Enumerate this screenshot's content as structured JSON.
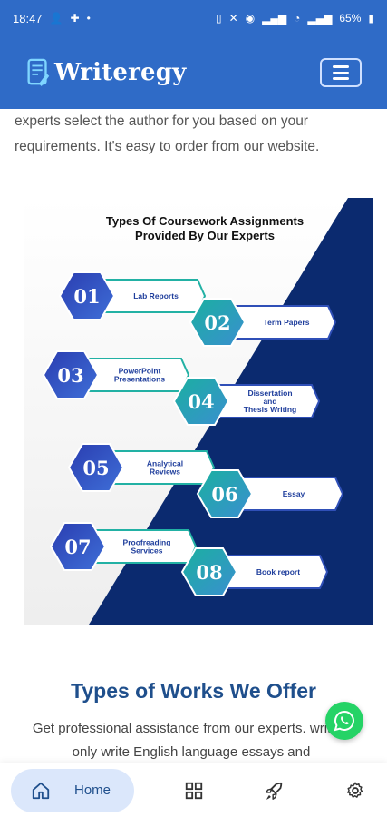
{
  "status": {
    "time": "18:47",
    "battery": "65%"
  },
  "header": {
    "brand": "Writeregy"
  },
  "intro": {
    "text": "experts select the author for you based on your requirements. It's easy to order from our website."
  },
  "infographic": {
    "title_line1": "Types Of Coursework Assignments",
    "title_line2": "Provided By Our Experts",
    "items": [
      {
        "num": "01",
        "label1": "Lab Reports",
        "label2": "",
        "label3": ""
      },
      {
        "num": "02",
        "label1": "Term Papers",
        "label2": "",
        "label3": ""
      },
      {
        "num": "03",
        "label1": "PowerPoint",
        "label2": "Presentations",
        "label3": ""
      },
      {
        "num": "04",
        "label1": "Dissertation",
        "label2": "and",
        "label3": "Thesis Writing"
      },
      {
        "num": "05",
        "label1": "Analytical",
        "label2": "Reviews",
        "label3": ""
      },
      {
        "num": "06",
        "label1": "Essay",
        "label2": "",
        "label3": ""
      },
      {
        "num": "07",
        "label1": "Proofreading",
        "label2": "Services",
        "label3": ""
      },
      {
        "num": "08",
        "label1": "Book report",
        "label2": "",
        "label3": ""
      }
    ],
    "colors": {
      "navy": "#0b2a6f",
      "hex_teal": "#1fa6a6",
      "hex_blue": "#2f4fb7"
    }
  },
  "works": {
    "title": "Types of Works We Offer",
    "description": "Get professional assistance from our experts. writers only write English language essays and"
  },
  "nav": {
    "home_label": "Home"
  }
}
